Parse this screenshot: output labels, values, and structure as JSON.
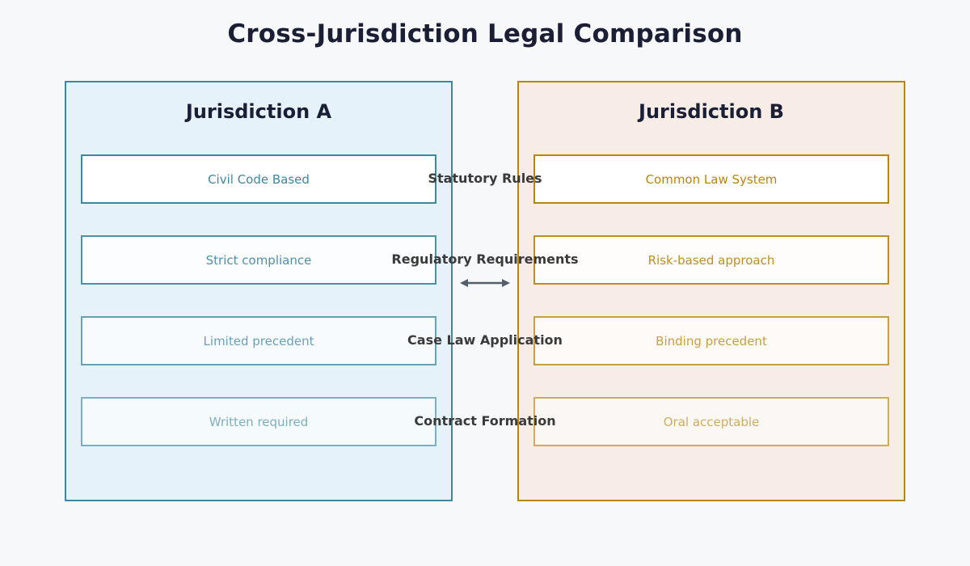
{
  "title": "Cross-Jurisdiction Legal Comparison",
  "colors": {
    "page_background": "#f7f8fa",
    "title_text": "#1b1f36",
    "left_accent": "#3d87a0",
    "left_panel_background": "#e6f2f9",
    "right_accent": "#b8860b",
    "right_panel_background": "#f7ece6",
    "center_label_text": "#3a3a3a",
    "arrow": "#555f6b",
    "box_background": "#ffffff"
  },
  "left_panel": {
    "title": "Jurisdiction A",
    "values": [
      "Civil Code Based",
      "Strict compliance",
      "Limited precedent",
      "Written required"
    ]
  },
  "right_panel": {
    "title": "Jurisdiction B",
    "values": [
      "Common Law System",
      "Risk-based approach",
      "Binding precedent",
      "Oral acceptable"
    ]
  },
  "center_labels": [
    "Statutory Rules",
    "Regulatory Requirements",
    "Case Law Application",
    "Contract Formation"
  ],
  "rows": [
    {
      "criterion": "Statutory Rules",
      "jurisdiction_a": "Civil Code Based",
      "jurisdiction_b": "Common Law System",
      "emphasis": 1.0
    },
    {
      "criterion": "Regulatory Requirements",
      "jurisdiction_a": "Strict compliance",
      "jurisdiction_b": "Risk-based approach",
      "emphasis": 0.9
    },
    {
      "criterion": "Case Law Application",
      "jurisdiction_a": "Limited precedent",
      "jurisdiction_b": "Binding precedent",
      "emphasis": 0.75
    },
    {
      "criterion": "Contract Formation",
      "jurisdiction_a": "Written required",
      "jurisdiction_b": "Oral acceptable",
      "emphasis": 0.62
    }
  ],
  "connector": {
    "icon": "double-headed-horizontal-arrow"
  }
}
